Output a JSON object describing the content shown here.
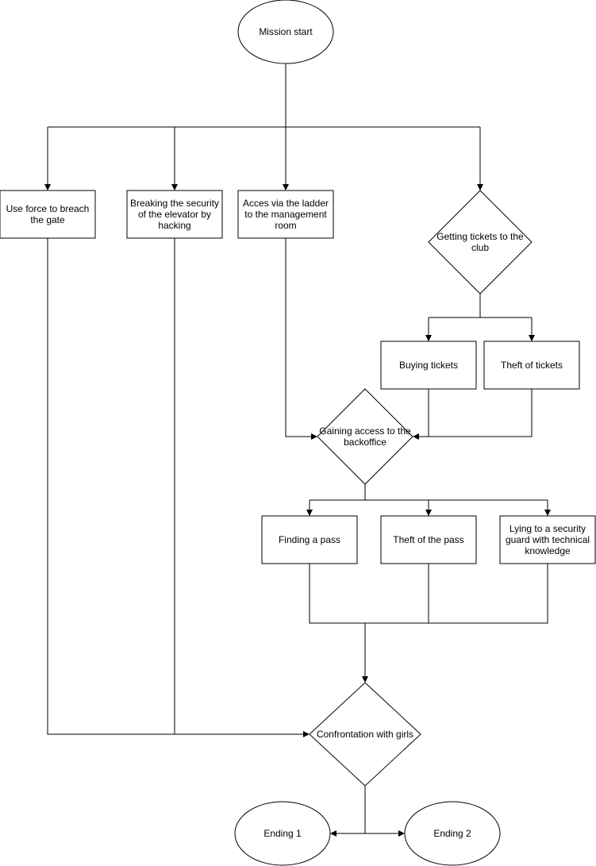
{
  "nodes": {
    "start": "Mission start",
    "force": "Use force to breach the gate",
    "hack": "Breaking the security of the elevator by hacking",
    "ladder": "Acces via the ladder to the management room",
    "tickets": "Getting tickets to the club",
    "buy": "Buying tickets",
    "theft_tickets": "Theft of tickets",
    "backoffice": "Gaining access to the backoffice",
    "pass": "Finding a pass",
    "theft_pass": "Theft of the pass",
    "lying": "Lying to a security guard with technical knowledge",
    "confront": "Confrontation with girls",
    "end1": "Ending 1",
    "end2": "Ending 2"
  },
  "colors": {
    "stroke": "#000000",
    "fill": "#ffffff"
  }
}
